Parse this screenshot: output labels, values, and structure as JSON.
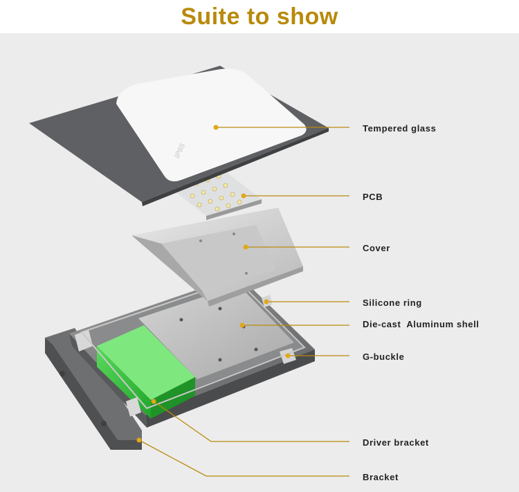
{
  "header": {
    "title": "Suite to show"
  },
  "product": {
    "rating_text": "IP65"
  },
  "accent_color": "#b88a0c",
  "components": [
    {
      "id": "tempered-glass",
      "label": "Tempered glass"
    },
    {
      "id": "pcb",
      "label": "PCB"
    },
    {
      "id": "cover",
      "label": "Cover"
    },
    {
      "id": "silicone-ring",
      "label": "Silicone ring"
    },
    {
      "id": "die-cast-aluminum-shell",
      "label": "Die-cast  Aluminum shell"
    },
    {
      "id": "g-buckle",
      "label": "G-buckle"
    },
    {
      "id": "driver-bracket",
      "label": "Driver bracket"
    },
    {
      "id": "bracket",
      "label": "Bracket"
    }
  ]
}
